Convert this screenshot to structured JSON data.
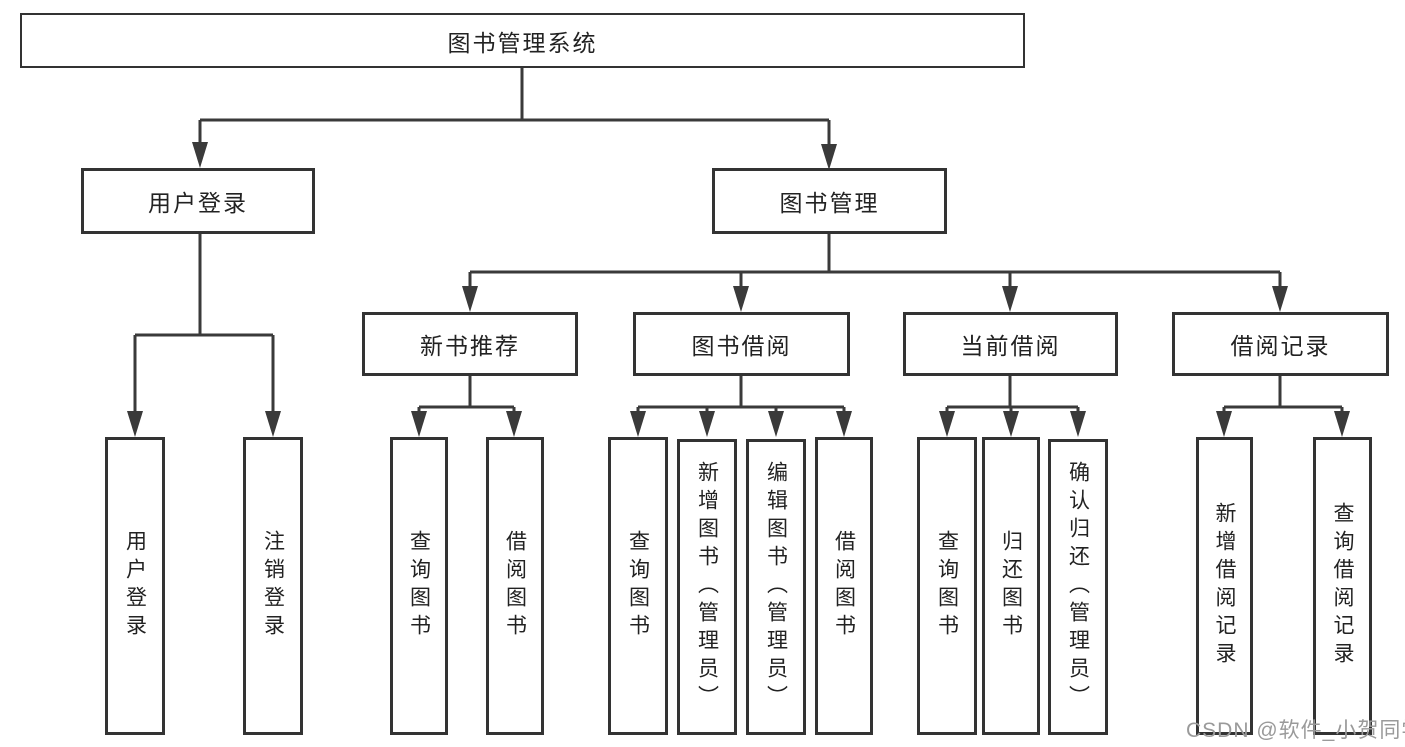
{
  "diagram": {
    "root": {
      "label": "图书管理系统"
    },
    "branches": [
      {
        "label": "用户登录",
        "children": [
          {
            "label": "用户登录"
          },
          {
            "label": "注销登录"
          }
        ]
      },
      {
        "label": "图书管理",
        "children": [
          {
            "label": "新书推荐",
            "children": [
              {
                "label": "查询图书"
              },
              {
                "label": "借阅图书"
              }
            ]
          },
          {
            "label": "图书借阅",
            "children": [
              {
                "label": "查询图书"
              },
              {
                "label": "新增图书（管理员）"
              },
              {
                "label": "编辑图书（管理员）"
              },
              {
                "label": "借阅图书"
              }
            ]
          },
          {
            "label": "当前借阅",
            "children": [
              {
                "label": "查询图书"
              },
              {
                "label": "归还图书"
              },
              {
                "label": "确认归还（管理员）"
              }
            ]
          },
          {
            "label": "借阅记录",
            "children": [
              {
                "label": "新增借阅记录"
              },
              {
                "label": "查询借阅记录"
              }
            ]
          }
        ]
      }
    ]
  },
  "watermark": "CSDN @软件_小贺同学",
  "colors": {
    "line": "#3a3a3a",
    "border": "#333333",
    "background": "#ffffff",
    "text": "#222222",
    "watermark": "#9a9a9a"
  }
}
